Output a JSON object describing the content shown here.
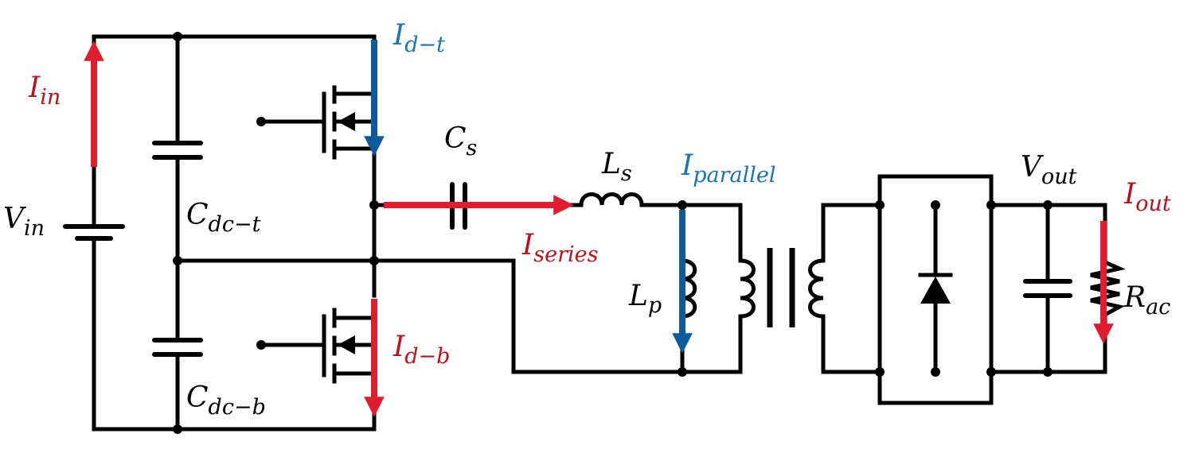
{
  "colors": {
    "wire": "#000000",
    "red_current": "#e31b2f",
    "blue_current": "#0d5a9e",
    "red_label": "#c0101e",
    "blue_label": "#1a72b8"
  },
  "labels": {
    "vin": {
      "main": "V",
      "sub": "in"
    },
    "iin": {
      "main": "I",
      "sub": "in"
    },
    "id_t": {
      "main": "I",
      "sub": "d−t"
    },
    "id_b": {
      "main": "I",
      "sub": "d−b"
    },
    "cdc_t": {
      "main": "C",
      "sub": "dc−t"
    },
    "cdc_b": {
      "main": "C",
      "sub": "dc−b"
    },
    "cs": {
      "main": "C",
      "sub": "s"
    },
    "ls": {
      "main": "L",
      "sub": "s"
    },
    "lp": {
      "main": "L",
      "sub": "p"
    },
    "iseries": {
      "main": "I",
      "sub": "series"
    },
    "iparallel": {
      "main": "I",
      "sub": "parallel"
    },
    "vout": {
      "main": "V",
      "sub": "out"
    },
    "iout": {
      "main": "I",
      "sub": "out"
    },
    "rac": {
      "main": "R",
      "sub": "ac"
    }
  }
}
